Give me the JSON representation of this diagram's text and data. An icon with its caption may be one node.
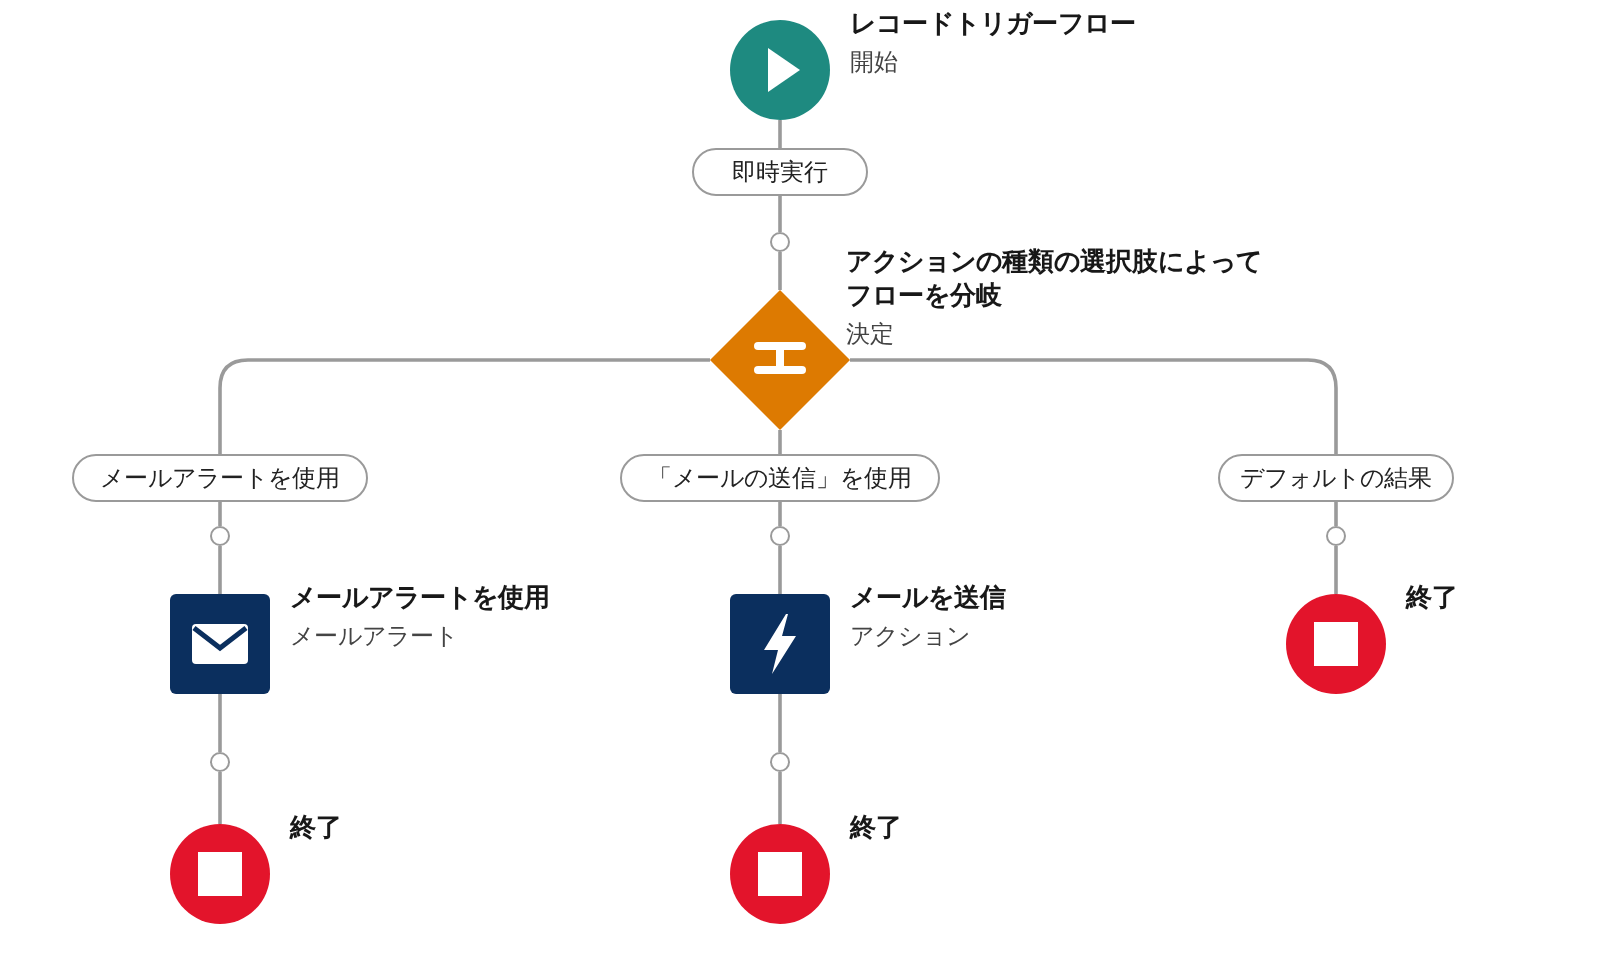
{
  "diagram": {
    "nodes": [
      {
        "text": [
          "レコードトリガーフロー",
          "開始"
        ]
      },
      {
        "text": [
          "即時実行"
        ]
      },
      {
        "text": [],
        "shape": "circle"
      },
      {
        "text": [
          "アクションの種類の選択肢によってフローを分岐",
          "決定"
        ]
      },
      {
        "text": [
          "メールアラートを使用"
        ]
      },
      {
        "text": [
          "「メールの送信」を使用"
        ]
      },
      {
        "text": [
          "デフォルトの結果"
        ]
      },
      {
        "text": [],
        "shape": "circle"
      },
      {
        "text": [],
        "shape": "circle"
      },
      {
        "text": [],
        "shape": "circle"
      },
      {
        "text": [
          "メールアラートを使用",
          "メールアラート"
        ]
      },
      {
        "text": [
          "メールを送信",
          "アクション"
        ]
      },
      {
        "text": [
          "終了"
        ]
      },
      {
        "text": [],
        "shape": "circle"
      },
      {
        "text": [],
        "shape": "circle"
      },
      {
        "text": [
          "終了"
        ]
      },
      {
        "text": [
          "終了"
        ]
      }
    ],
    "edges": [
      {
        "from": 0,
        "to": 1,
        "arrow": "none"
      },
      {
        "from": 1,
        "to": 2,
        "arrow": "none"
      },
      {
        "from": 2,
        "to": 3,
        "arrow": "none"
      },
      {
        "from": 3,
        "to": 4,
        "arrow": "none"
      },
      {
        "from": 3,
        "to": 5,
        "arrow": "none"
      },
      {
        "from": 3,
        "to": 6,
        "arrow": "none"
      },
      {
        "from": 4,
        "to": 7,
        "arrow": "none"
      },
      {
        "from": 5,
        "to": 8,
        "arrow": "none"
      },
      {
        "from": 6,
        "to": 9,
        "arrow": "none"
      },
      {
        "from": 7,
        "to": 10,
        "arrow": "none"
      },
      {
        "from": 8,
        "to": 11,
        "arrow": "none"
      },
      {
        "from": 9,
        "to": 12,
        "arrow": "none"
      },
      {
        "from": 10,
        "to": 13,
        "arrow": "none"
      },
      {
        "from": 11,
        "to": 14,
        "arrow": "none"
      },
      {
        "from": 13,
        "to": 15,
        "arrow": "none"
      },
      {
        "from": 14,
        "to": 16,
        "arrow": "none"
      }
    ]
  }
}
